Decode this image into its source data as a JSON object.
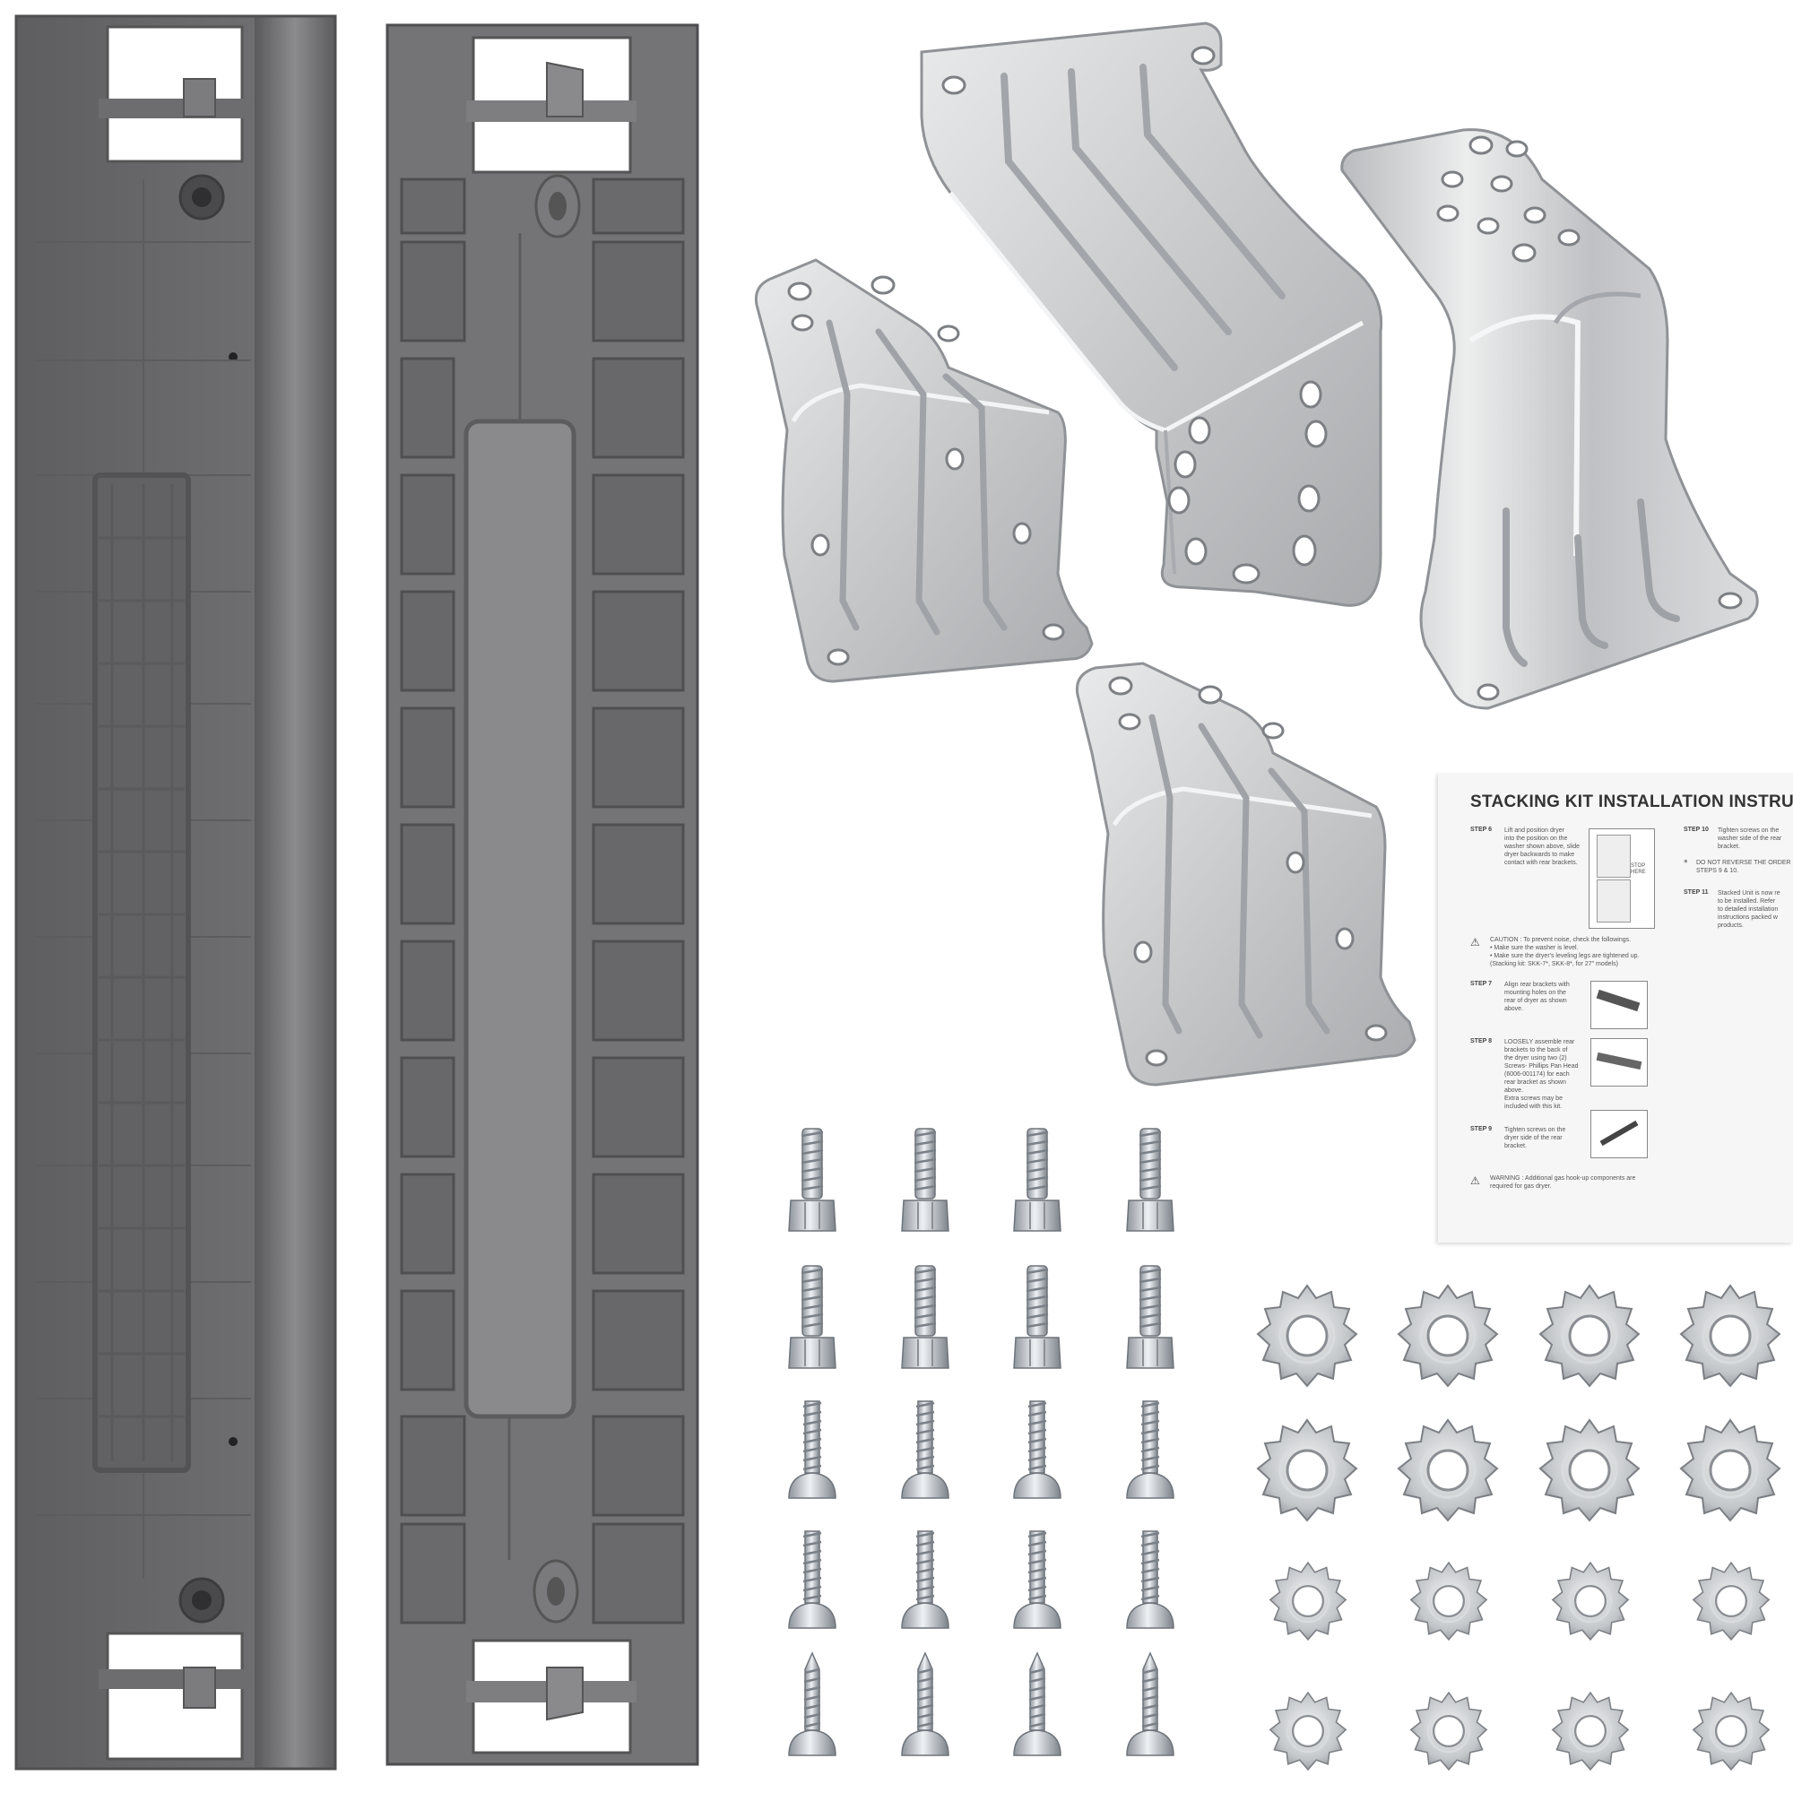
{
  "photo": {
    "subject": "washer dryer stacking kit parts",
    "colors": {
      "plastic": "#6f6f71",
      "plastic_dark": "#58585a",
      "plastic_light": "#838385",
      "steel": "#c9cacc",
      "steel_light": "#e8e9ea",
      "steel_dark": "#9a9ca0",
      "zinc": "#cfd3d8"
    }
  },
  "instruction_sheet": {
    "title": "STACKING KIT INSTALLATION INSTRUCTI",
    "steps": [
      {
        "label": "STEP 6",
        "text": "Lift and position dryer\ninto the position on the\nwasher shown above, slide\ndryer backwards to make\ncontact with rear brackets."
      },
      {
        "label": "STEP 7",
        "text": "Align rear brackets with\nmounting holes on the\nrear of dryer as shown\nabove."
      },
      {
        "label": "STEP 8",
        "text": "LOOSELY assemble rear\nbrackets to the back of\nthe dryer using two (2)\nScrews- Phillips Pan Head\n(6006-001174) for each\nrear bracket as shown\nabove.\nExtra screws may be\nincluded with this kit."
      },
      {
        "label": "STEP 9",
        "text": "Tighten screws on the\ndryer side of the rear\nbracket."
      },
      {
        "label": "STEP 10",
        "text": "Tighten screws on the\nwasher side of the rear\nbracket."
      },
      {
        "label": "STEP 11",
        "text": "Stacked Unit is now re\nto be installed. Refer\nto detailed installation\ninstructions packed w\nproducts."
      }
    ],
    "note": "DO NOT REVERSE THE ORDER\nSTEPS 9 & 10.",
    "stop_label": "STOP\nHERE",
    "caution": "CAUTION : To prevent noise, check the followings.\n•  Make sure the washer is level.\n•  Make sure the dryer's leveling legs are tightened up.\n   (Stacking kit: SKK-7*, SKK-8*, for 27\" models)",
    "warning": "WARNING : Additional gas hook-up components are\nrequired for gas dryer."
  }
}
